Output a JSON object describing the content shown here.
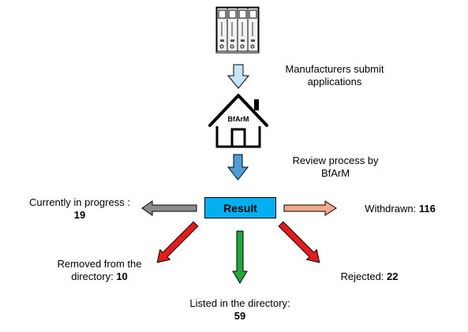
{
  "colors": {
    "submit_arrow": "#c5e6f7",
    "review_arrow": "#4a9fd8",
    "result_box": "#00b0f0",
    "progress_arrow": "#8c8c8c",
    "withdrawn_arrow": "#f2a98a",
    "removed_arrow": "#e81b1b",
    "rejected_arrow": "#e81b1b",
    "listed_arrow": "#1ea93b"
  },
  "icons": [
    "binder-folders-icon",
    "house-icon"
  ],
  "house": {
    "label": "BfArM"
  },
  "steps": {
    "submit_line1": "Manufacturers submit",
    "submit_line2": "applications",
    "review_line1": "Review process by",
    "review_line2": "BfArM"
  },
  "result": {
    "label": "Result"
  },
  "outcomes": {
    "in_progress": {
      "label": "Currently in progress :",
      "value": "19"
    },
    "withdrawn": {
      "label": "Withdrawn:",
      "value": "116"
    },
    "removed": {
      "label_line1": "Removed from the",
      "label_line2": "directory:",
      "value": "10"
    },
    "rejected": {
      "label": "Rejected:",
      "value": "22"
    },
    "listed": {
      "label": "Listed in the directory:",
      "value": "59"
    }
  }
}
